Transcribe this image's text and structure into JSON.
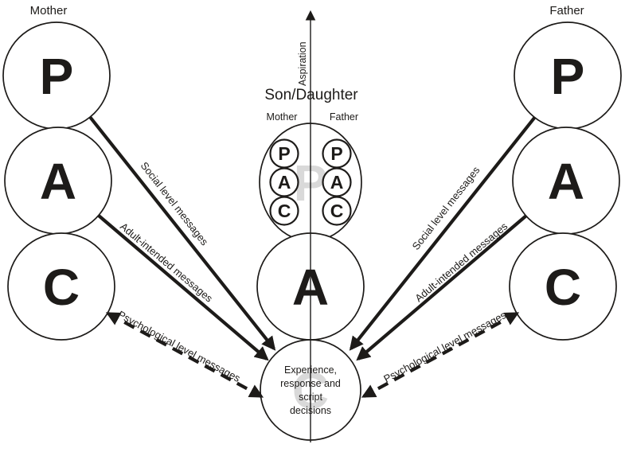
{
  "labels": {
    "mother": "Mother",
    "father": "Father",
    "son_daughter": "Son/Daughter",
    "aspiration": "Aspiration",
    "inner_mother": "Mother",
    "inner_father": "Father"
  },
  "mother_stack": [
    "P",
    "A",
    "C"
  ],
  "father_stack": [
    "P",
    "A",
    "C"
  ],
  "child": {
    "mother_column": [
      "P",
      "A",
      "C"
    ],
    "father_column": [
      "P",
      "A",
      "C"
    ],
    "faded_parent_letter": "P",
    "adult_letter": "A",
    "faded_child_letter": "C",
    "decision_lines": [
      "Experience,",
      "response and",
      "script",
      "decisions"
    ]
  },
  "messages": {
    "social": "Social level messages",
    "adult_intended": "Adult-intended messages",
    "psychological": "Psychological level messages"
  },
  "colors": {
    "ink": "#1d1b19",
    "faded_letter": "#d9d9d9"
  }
}
